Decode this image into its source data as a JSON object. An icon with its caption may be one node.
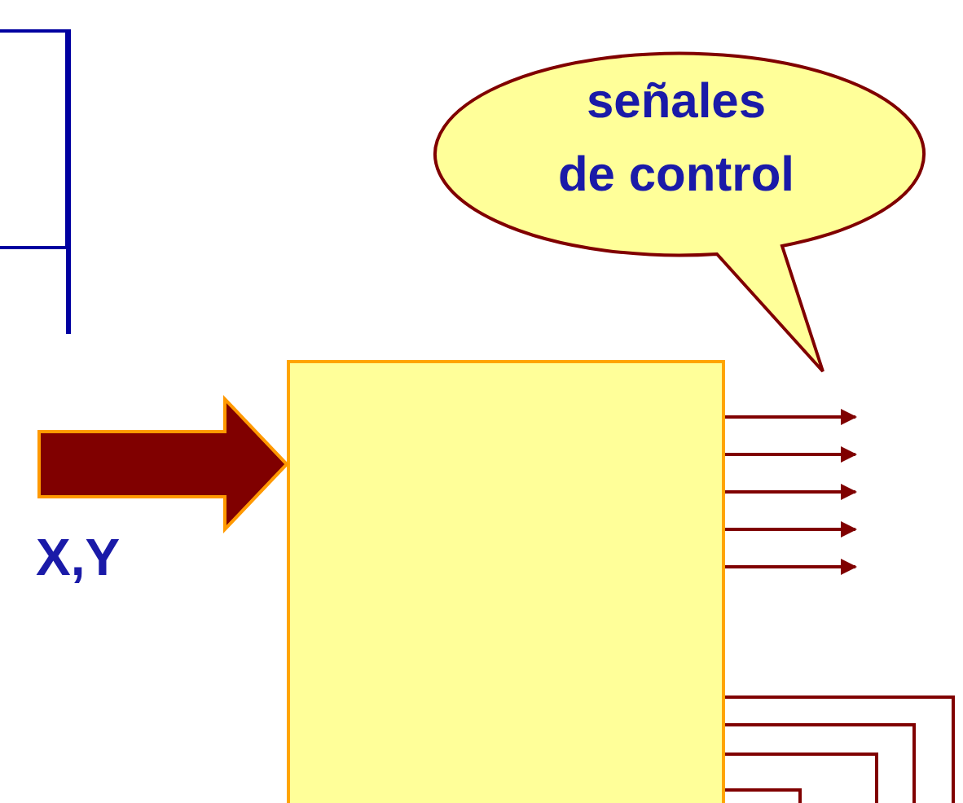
{
  "diagram": {
    "nodes": [
      {
        "text": [],
        "shape": "box"
      },
      {
        "text": [],
        "shape": "box"
      },
      {
        "text": [
          "señales de control"
        ]
      }
    ],
    "edges": [
      {
        "from": null,
        "to": 1,
        "arrow": "to",
        "label": "X,Y",
        "style": "thick"
      },
      {
        "from": 1,
        "to": null,
        "arrow": "to"
      },
      {
        "from": 1,
        "to": null,
        "arrow": "to"
      },
      {
        "from": 1,
        "to": null,
        "arrow": "to"
      },
      {
        "from": 1,
        "to": null,
        "arrow": "to"
      },
      {
        "from": 1,
        "to": null,
        "arrow": "to"
      },
      {
        "from": 1,
        "to": null,
        "arrow": "none"
      },
      {
        "from": 1,
        "to": null,
        "arrow": "none"
      },
      {
        "from": 1,
        "to": null,
        "arrow": "none"
      },
      {
        "from": 1,
        "to": null,
        "arrow": "none"
      }
    ]
  }
}
